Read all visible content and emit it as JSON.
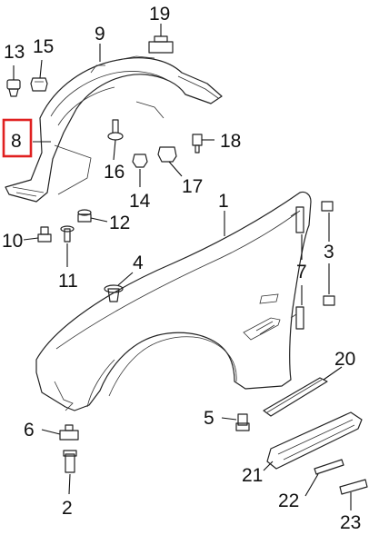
{
  "diagram": {
    "highlight_color": "#e02020",
    "highlighted_part": "8",
    "callouts": {
      "c1": "1",
      "c2": "2",
      "c3": "3",
      "c4": "4",
      "c5": "5",
      "c6": "6",
      "c7": "7",
      "c8": "8",
      "c9": "9",
      "c10": "10",
      "c11": "11",
      "c12": "12",
      "c13": "13",
      "c14": "14",
      "c15": "15",
      "c16": "16",
      "c17": "17",
      "c18": "18",
      "c19": "19",
      "c20": "20",
      "c21": "21",
      "c22": "22",
      "c23": "23"
    }
  }
}
